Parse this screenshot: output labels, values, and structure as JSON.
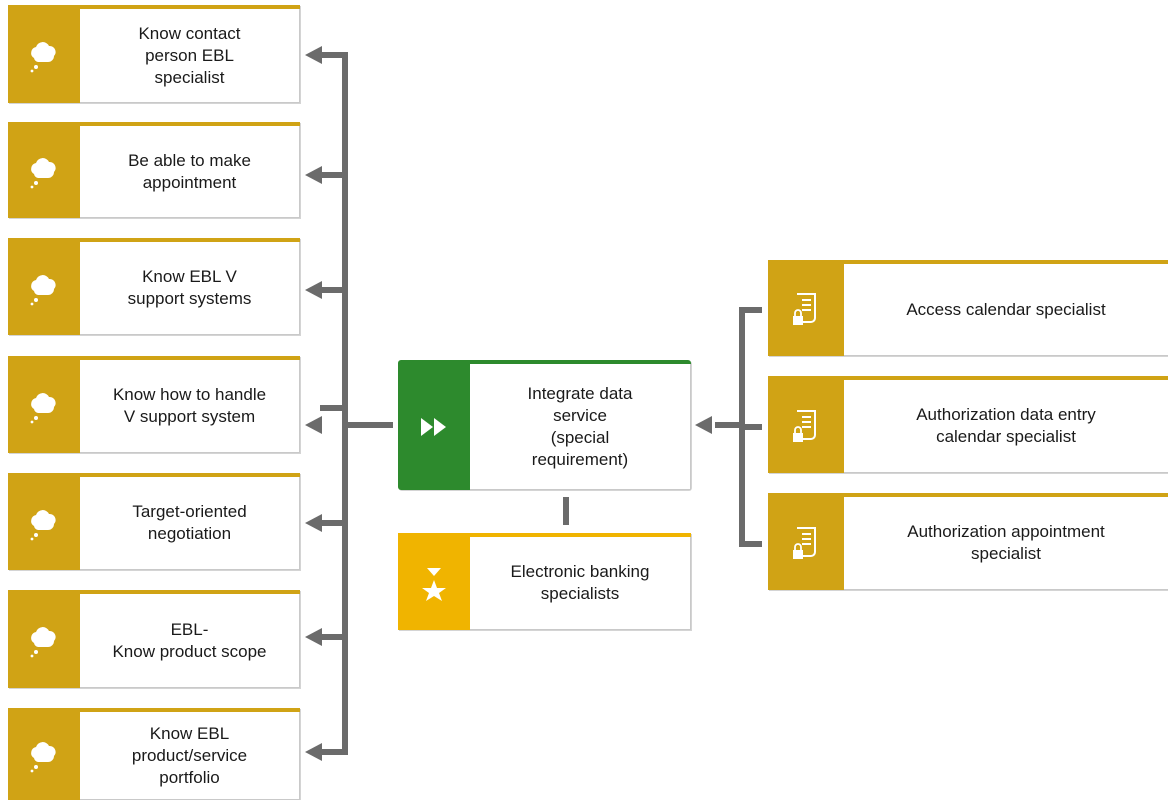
{
  "left_items": [
    {
      "label": "Know contact\nperson EBL\nspecialist"
    },
    {
      "label": "Be able to make\nappointment"
    },
    {
      "label": "Know EBL V\nsupport systems"
    },
    {
      "label": "Know how to handle\nV support system"
    },
    {
      "label": "Target-oriented\nnegotiation"
    },
    {
      "label": "EBL-\nKnow product scope"
    },
    {
      "label": "Know EBL\nproduct/service\nportfolio"
    }
  ],
  "center_activity": {
    "label": "Integrate data\nservice\n(special\nrequirement)"
  },
  "center_role": {
    "label": "Electronic banking\nspecialists"
  },
  "right_items": [
    {
      "label": "Access calendar specialist"
    },
    {
      "label": "Authorization data entry\ncalendar specialist"
    },
    {
      "label": "Authorization appointment\nspecialist"
    }
  ],
  "colors": {
    "knowledge": "#d0a315",
    "activity": "#2d8a2d",
    "role": "#f0b400",
    "connector": "#6b6b6b"
  },
  "icons": {
    "knowledge": "thought-cloud-icon",
    "activity": "fast-forward-icon",
    "role": "person-star-icon",
    "permission": "document-lock-icon"
  }
}
